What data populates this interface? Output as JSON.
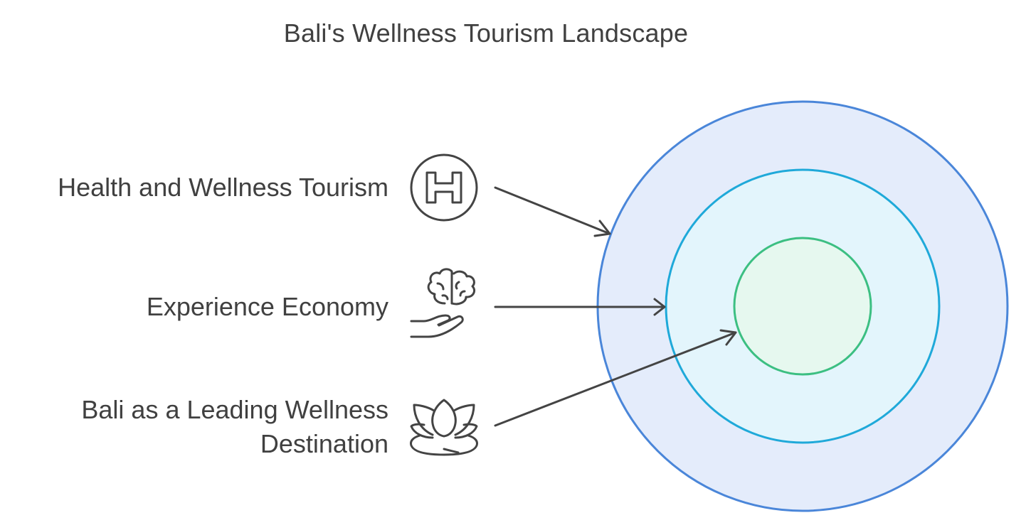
{
  "title": "Bali's Wellness Tourism Landscape",
  "items": [
    {
      "label": "Health and Wellness Tourism",
      "icon": "hospital-h-icon",
      "ring": "outer",
      "color": "#4a86d9",
      "fill": "#e4ecfb"
    },
    {
      "label": "Experience Economy",
      "icon": "brain-in-hand-icon",
      "ring": "middle",
      "color": "#1fa9d9",
      "fill": "#e3f5fc"
    },
    {
      "label_lines": [
        "Bali as a Leading Wellness",
        "Destination"
      ],
      "icon": "lotus-icon",
      "ring": "inner",
      "color": "#3cbf82",
      "fill": "#e6f8ef"
    }
  ]
}
